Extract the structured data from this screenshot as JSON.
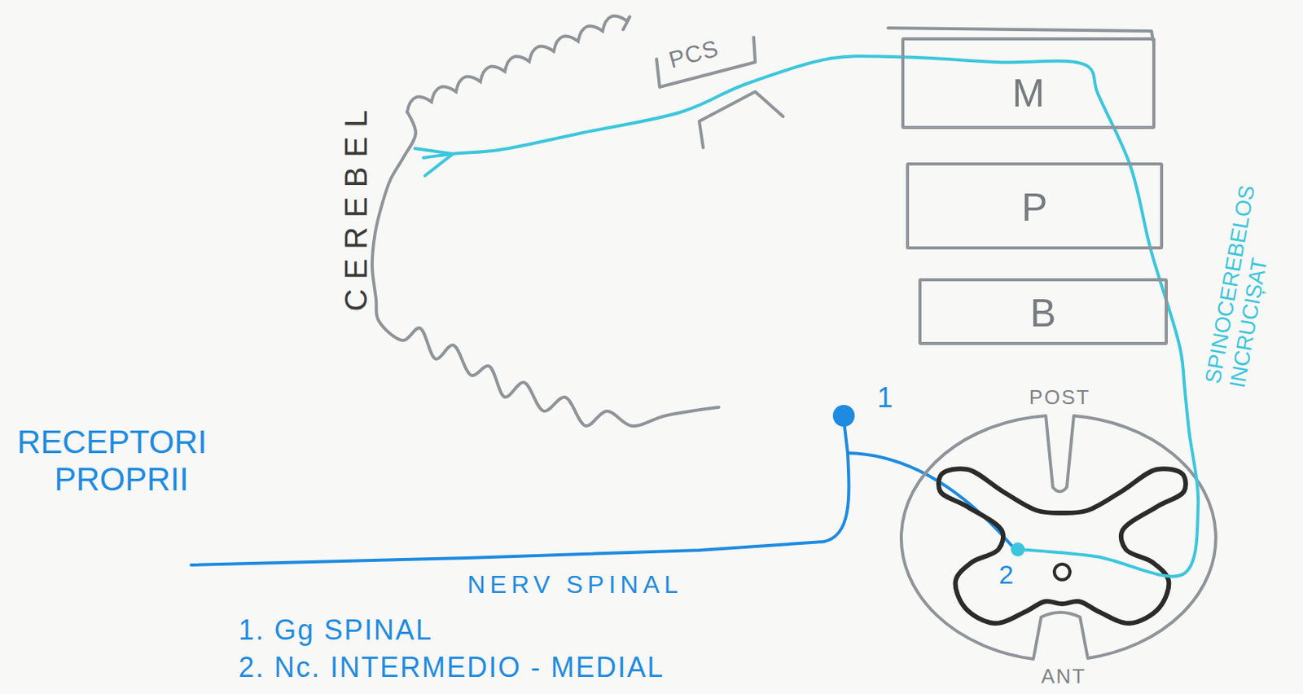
{
  "diagram": {
    "nodes": [
      {
        "text": [
          "CEREBEL"
        ]
      },
      {
        "text": [
          "M"
        ]
      },
      {
        "text": [
          "P"
        ]
      },
      {
        "text": [
          "B"
        ]
      },
      {
        "text": [
          "POST",
          "ANT"
        ]
      }
    ],
    "edges": [
      {
        "from": 4,
        "to": 0,
        "arrow": "none"
      }
    ],
    "labels": [
      "PCS",
      "SPINOCEREBELOS INCRUCIȘAT",
      "1",
      "RECEPTORI PROPRII",
      "2",
      "NERV SPINAL",
      "1. Gg SPINAL",
      "2. Nc. INTERMEDIO - MEDIAL"
    ]
  }
}
